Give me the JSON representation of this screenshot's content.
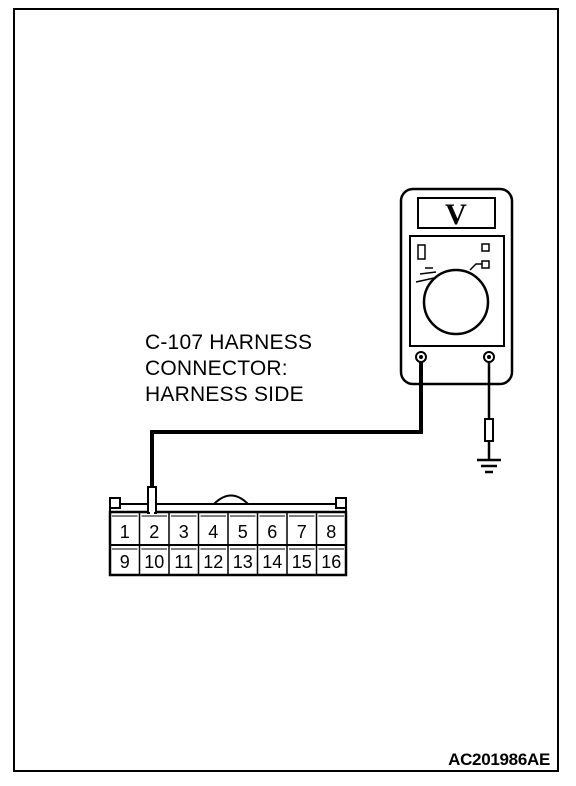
{
  "diagram": {
    "label_lines": [
      "C-107 HARNESS",
      "CONNECTOR:",
      "HARNESS SIDE"
    ],
    "figure_id": "AC201986AE",
    "meter_symbol": "V",
    "connector_pins_top": [
      "1",
      "2",
      "3",
      "4",
      "5",
      "6",
      "7",
      "8"
    ],
    "connector_pins_bottom": [
      "9",
      "10",
      "11",
      "12",
      "13",
      "14",
      "15",
      "16"
    ],
    "probe_pin": "2",
    "colors": {
      "ink": "#000000",
      "paper": "#ffffff"
    }
  }
}
